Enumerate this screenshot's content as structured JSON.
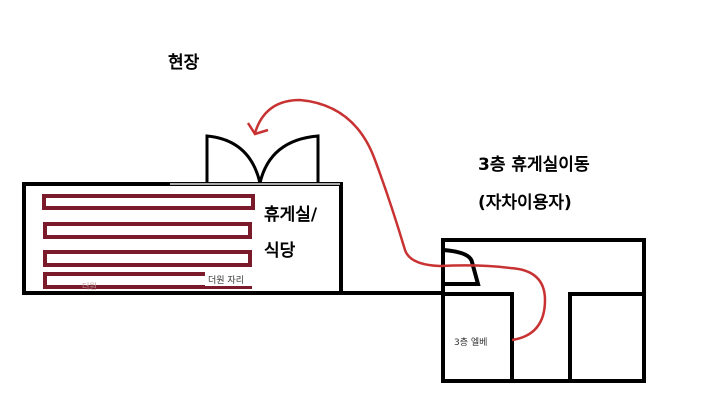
{
  "labels": {
    "site": "현장",
    "lounge_line1": "휴게실/",
    "lounge_line2": "식당",
    "move_title": "3층 휴게실이동",
    "move_sub": "(자차이용자)",
    "elevator": "3층 엘베",
    "seat": "더원 자리",
    "faint": "더원"
  },
  "colors": {
    "route": "#c83232",
    "tables": "#7a1a2a",
    "walls": "#000000"
  }
}
